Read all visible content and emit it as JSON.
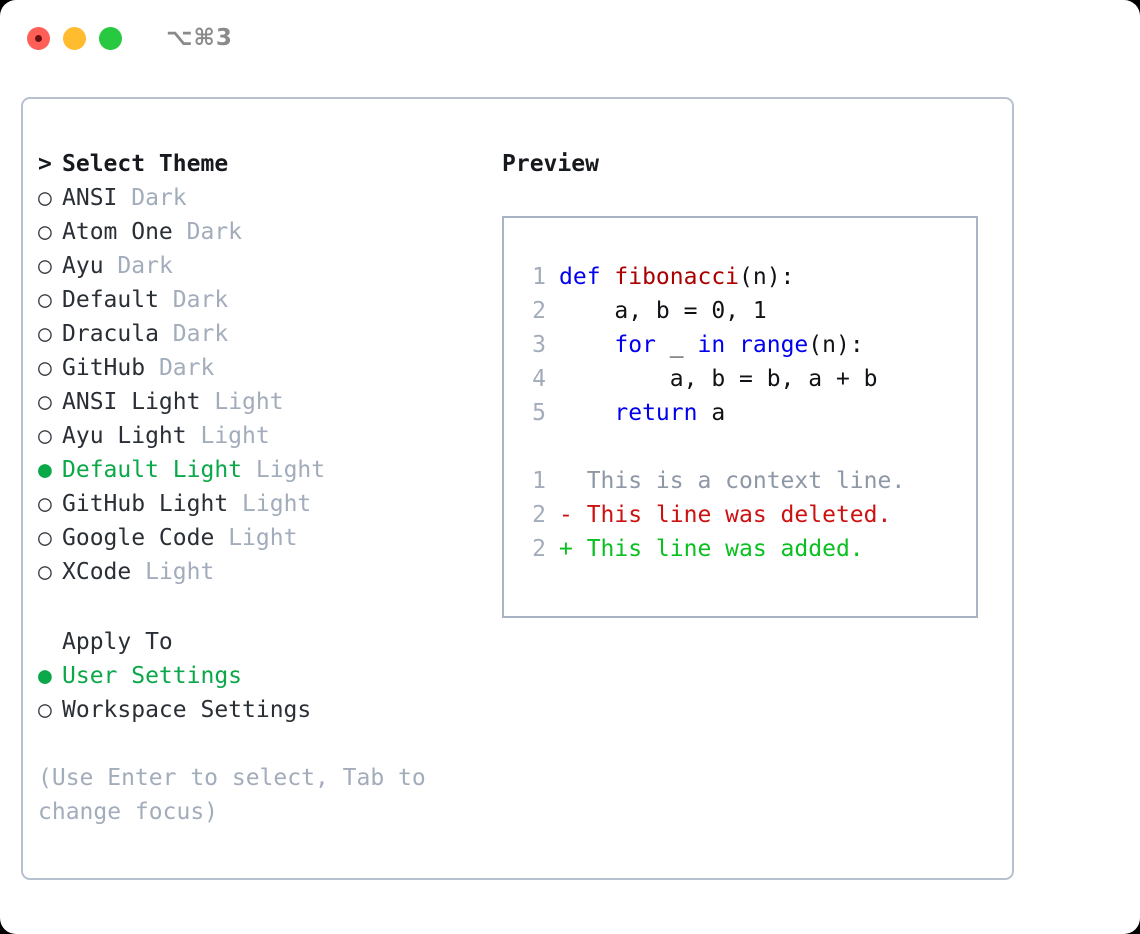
{
  "window": {
    "shortcut": "⌥⌘3",
    "traffic_lights": [
      {
        "name": "close",
        "color": "#ff5f57"
      },
      {
        "name": "minimize",
        "color": "#febc2e"
      },
      {
        "name": "zoom",
        "color": "#28c840"
      }
    ]
  },
  "colors": {
    "selected_green": "#0ba84a",
    "muted_gray": "#a2acbb",
    "text": "#2a2f36",
    "border": "#b7c0ce",
    "preview_border": "#a8b3c4",
    "keyword_blue": "#0000ee",
    "function_red": "#aa0000",
    "diff_deleted": "#cc1111",
    "diff_added": "#0ac020"
  },
  "theme_picker": {
    "caret": ">",
    "heading": "Select Theme",
    "marker_selected": "●",
    "marker_unselected": "○",
    "items": [
      {
        "name": "ANSI",
        "tag": "Dark",
        "selected": false
      },
      {
        "name": "Atom One",
        "tag": "Dark",
        "selected": false
      },
      {
        "name": "Ayu",
        "tag": "Dark",
        "selected": false
      },
      {
        "name": "Default",
        "tag": "Dark",
        "selected": false
      },
      {
        "name": "Dracula",
        "tag": "Dark",
        "selected": false
      },
      {
        "name": "GitHub",
        "tag": "Dark",
        "selected": false
      },
      {
        "name": "ANSI Light",
        "tag": "Light",
        "selected": false
      },
      {
        "name": "Ayu Light",
        "tag": "Light",
        "selected": false
      },
      {
        "name": "Default Light",
        "tag": "Light",
        "selected": true
      },
      {
        "name": "GitHub Light",
        "tag": "Light",
        "selected": false
      },
      {
        "name": "Google Code",
        "tag": "Light",
        "selected": false
      },
      {
        "name": "XCode",
        "tag": "Light",
        "selected": false
      }
    ]
  },
  "apply_to": {
    "heading": "Apply To",
    "items": [
      {
        "name": "User Settings",
        "selected": true
      },
      {
        "name": "Workspace Settings",
        "selected": false
      }
    ]
  },
  "hint": "(Use Enter to select, Tab to change focus)",
  "preview": {
    "title": "Preview",
    "code_lines": [
      {
        "num": "1",
        "tokens": [
          {
            "t": "def ",
            "c": "kw"
          },
          {
            "t": "fibonacci",
            "c": "fn"
          },
          {
            "t": "(n):",
            "c": "txt"
          }
        ]
      },
      {
        "num": "2",
        "tokens": [
          {
            "t": "    a, b = 0, 1",
            "c": "txt"
          }
        ]
      },
      {
        "num": "3",
        "tokens": [
          {
            "t": "    ",
            "c": "txt"
          },
          {
            "t": "for",
            "c": "kw"
          },
          {
            "t": " _ ",
            "c": "txt"
          },
          {
            "t": "in",
            "c": "kw"
          },
          {
            "t": " ",
            "c": "txt"
          },
          {
            "t": "range",
            "c": "kw"
          },
          {
            "t": "(n):",
            "c": "txt"
          }
        ]
      },
      {
        "num": "4",
        "tokens": [
          {
            "t": "        a, b = b, a + b",
            "c": "txt"
          }
        ]
      },
      {
        "num": "5",
        "tokens": [
          {
            "t": "    ",
            "c": "txt"
          },
          {
            "t": "return",
            "c": "kw"
          },
          {
            "t": " a",
            "c": "txt"
          }
        ]
      }
    ],
    "diff_lines": [
      {
        "num": "1",
        "sign": "  ",
        "text": "This is a context line.",
        "kind": "ctx"
      },
      {
        "num": "2",
        "sign": "- ",
        "text": "This line was deleted.",
        "kind": "del"
      },
      {
        "num": "2",
        "sign": "+ ",
        "text": "This line was added.",
        "kind": "add"
      }
    ]
  }
}
